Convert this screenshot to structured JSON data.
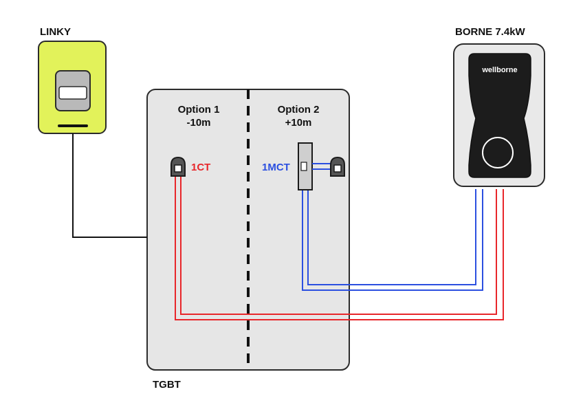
{
  "labels": {
    "linky": "LINKY",
    "borne": "BORNE 7.4kW",
    "tgbt": "TGBT",
    "option1_line1": "Option 1",
    "option1_line2": "-10m",
    "option2_line1": "Option 2",
    "option2_line2": "+10m",
    "ct": "1CT",
    "mct": "1MCT",
    "brand": "wellborne"
  },
  "colors": {
    "linky_fill": "#e2f25a",
    "panel_fill": "#e6e6e6",
    "outline": "#2b2b2b",
    "wire_red": "#e8262a",
    "wire_blue": "#2b4fe0",
    "charger_body": "#1c1c1c",
    "charger_shell": "#e9e9e9"
  }
}
